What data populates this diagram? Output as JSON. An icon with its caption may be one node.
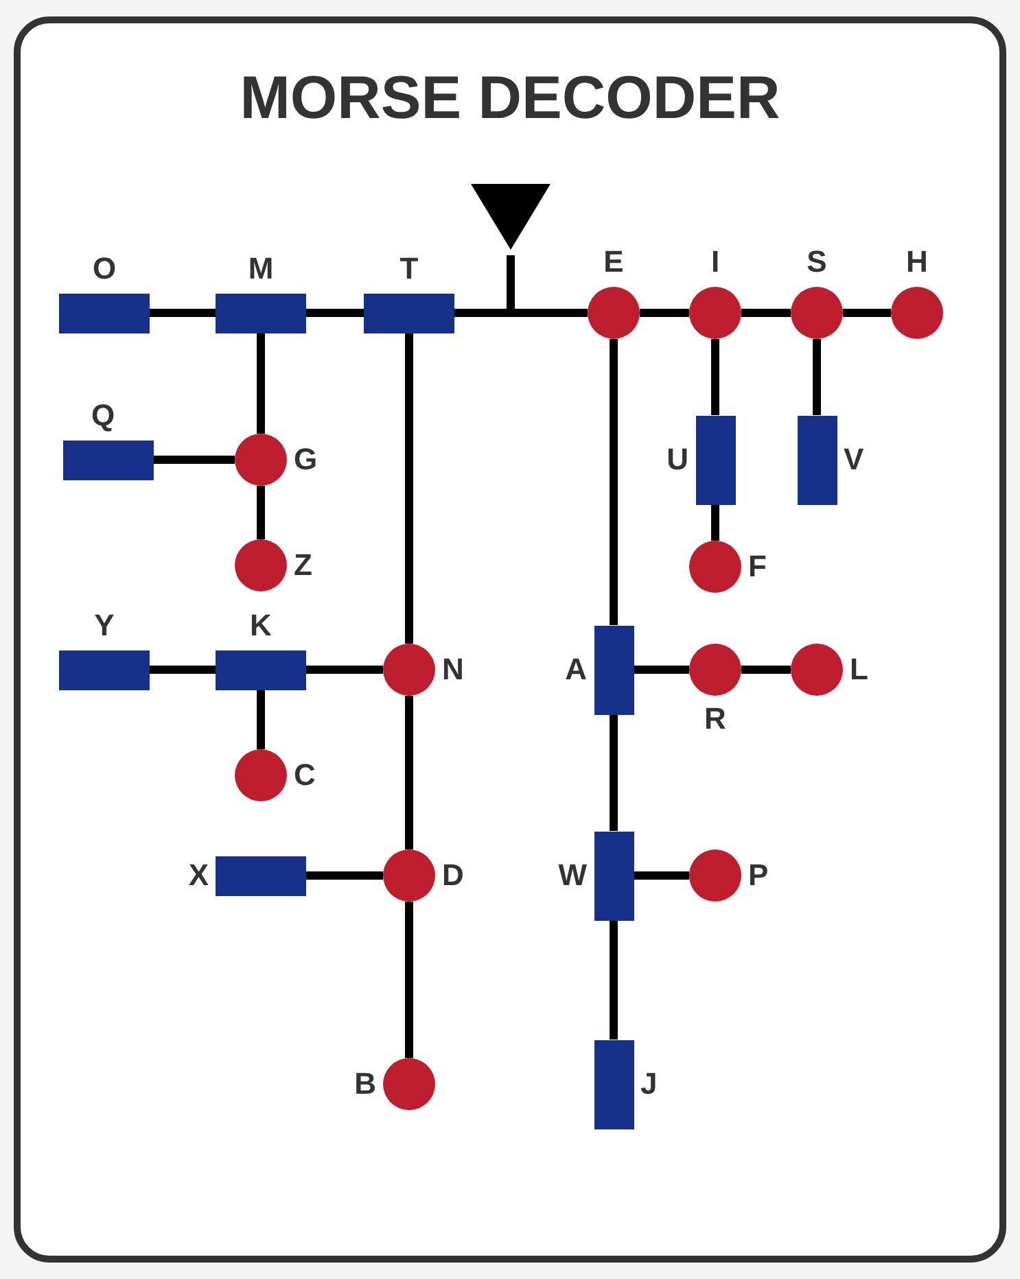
{
  "diagram": {
    "title": "MORSE DECODER",
    "nodes": [
      {
        "text": [],
        "shape": "triangle"
      },
      {
        "text": [],
        "shape": "bar",
        "beside": [
          "O"
        ]
      },
      {
        "text": [],
        "shape": "bar",
        "beside": [
          "M"
        ]
      },
      {
        "text": [],
        "shape": "bar",
        "beside": [
          "T"
        ]
      },
      {
        "text": [],
        "shape": "circle",
        "beside": [
          "E"
        ]
      },
      {
        "text": [],
        "shape": "circle",
        "beside": [
          "I"
        ]
      },
      {
        "text": [],
        "shape": "circle",
        "beside": [
          "S"
        ]
      },
      {
        "text": [],
        "shape": "circle",
        "beside": [
          "H"
        ]
      },
      {
        "text": [],
        "shape": "bar",
        "beside": [
          "Q"
        ]
      },
      {
        "text": [],
        "shape": "circle",
        "beside": [
          "G"
        ]
      },
      {
        "text": [],
        "shape": "bar",
        "beside": [
          "U"
        ]
      },
      {
        "text": [],
        "shape": "bar",
        "beside": [
          "V"
        ]
      },
      {
        "text": [],
        "shape": "circle",
        "beside": [
          "Z"
        ]
      },
      {
        "text": [],
        "shape": "circle",
        "beside": [
          "F"
        ]
      },
      {
        "text": [],
        "shape": "bar",
        "beside": [
          "Y"
        ]
      },
      {
        "text": [],
        "shape": "bar",
        "beside": [
          "K"
        ]
      },
      {
        "text": [],
        "shape": "circle",
        "beside": [
          "N"
        ]
      },
      {
        "text": [],
        "shape": "bar",
        "beside": [
          "A"
        ]
      },
      {
        "text": [],
        "shape": "circle",
        "beside": [
          "R"
        ]
      },
      {
        "text": [],
        "shape": "circle",
        "beside": [
          "L"
        ]
      },
      {
        "text": [],
        "shape": "circle",
        "beside": [
          "C"
        ]
      },
      {
        "text": [],
        "shape": "bar",
        "beside": [
          "X"
        ]
      },
      {
        "text": [],
        "shape": "circle",
        "beside": [
          "D"
        ]
      },
      {
        "text": [],
        "shape": "bar",
        "beside": [
          "W"
        ]
      },
      {
        "text": [],
        "shape": "circle",
        "beside": [
          "P"
        ]
      },
      {
        "text": [],
        "shape": "bar",
        "beside": [
          "J"
        ]
      },
      {
        "text": [],
        "shape": "circle",
        "beside": [
          "B"
        ]
      }
    ],
    "edges": [
      {
        "from": 0,
        "to": 4,
        "arrow": "none"
      },
      {
        "from": 0,
        "to": 3,
        "arrow": "none"
      },
      {
        "from": 4,
        "to": 5,
        "arrow": "none"
      },
      {
        "from": 5,
        "to": 6,
        "arrow": "none"
      },
      {
        "from": 6,
        "to": 7,
        "arrow": "none"
      },
      {
        "from": 5,
        "to": 10,
        "arrow": "none"
      },
      {
        "from": 10,
        "to": 13,
        "arrow": "none"
      },
      {
        "from": 6,
        "to": 11,
        "arrow": "none"
      },
      {
        "from": 4,
        "to": 17,
        "arrow": "none"
      },
      {
        "from": 17,
        "to": 18,
        "arrow": "none"
      },
      {
        "from": 18,
        "to": 19,
        "arrow": "none"
      },
      {
        "from": 17,
        "to": 23,
        "arrow": "none"
      },
      {
        "from": 23,
        "to": 24,
        "arrow": "none"
      },
      {
        "from": 23,
        "to": 25,
        "arrow": "none"
      },
      {
        "from": 3,
        "to": 2,
        "arrow": "none"
      },
      {
        "from": 2,
        "to": 1,
        "arrow": "none"
      },
      {
        "from": 2,
        "to": 9,
        "arrow": "none"
      },
      {
        "from": 9,
        "to": 8,
        "arrow": "none"
      },
      {
        "from": 9,
        "to": 12,
        "arrow": "none"
      },
      {
        "from": 3,
        "to": 16,
        "arrow": "none"
      },
      {
        "from": 16,
        "to": 15,
        "arrow": "none"
      },
      {
        "from": 15,
        "to": 14,
        "arrow": "none"
      },
      {
        "from": 15,
        "to": 20,
        "arrow": "none"
      },
      {
        "from": 16,
        "to": 22,
        "arrow": "none"
      },
      {
        "from": 22,
        "to": 21,
        "arrow": "none"
      },
      {
        "from": 22,
        "to": 26,
        "arrow": "none"
      }
    ]
  }
}
